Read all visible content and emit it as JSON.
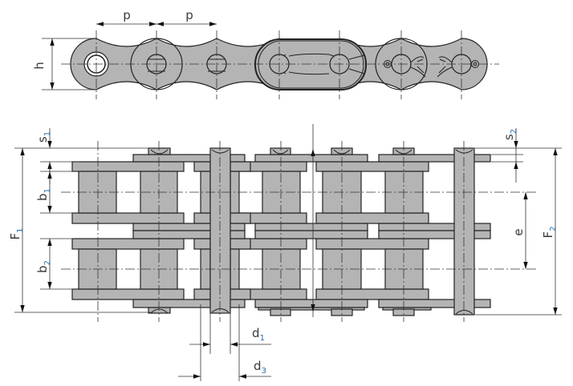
{
  "colors": {
    "part_fill": "#b4b4b4",
    "outline": "#222222",
    "label": "#3a3a3a",
    "subscript": "#2a6fb0"
  },
  "labels": {
    "p1": {
      "main": "p",
      "sub": ""
    },
    "p2": {
      "main": "p",
      "sub": ""
    },
    "h": {
      "main": "h",
      "sub": ""
    },
    "s1": {
      "main": "s",
      "sub": "1"
    },
    "b1": {
      "main": "b",
      "sub": "1"
    },
    "b2": {
      "main": "b",
      "sub": "2"
    },
    "F1": {
      "main": "F",
      "sub": "1"
    },
    "d1": {
      "main": "d",
      "sub": "1"
    },
    "d3": {
      "main": "d",
      "sub": "3"
    },
    "s2": {
      "main": "s",
      "sub": "2"
    },
    "e": {
      "main": "e",
      "sub": ""
    },
    "F2": {
      "main": "F",
      "sub": "2"
    }
  }
}
